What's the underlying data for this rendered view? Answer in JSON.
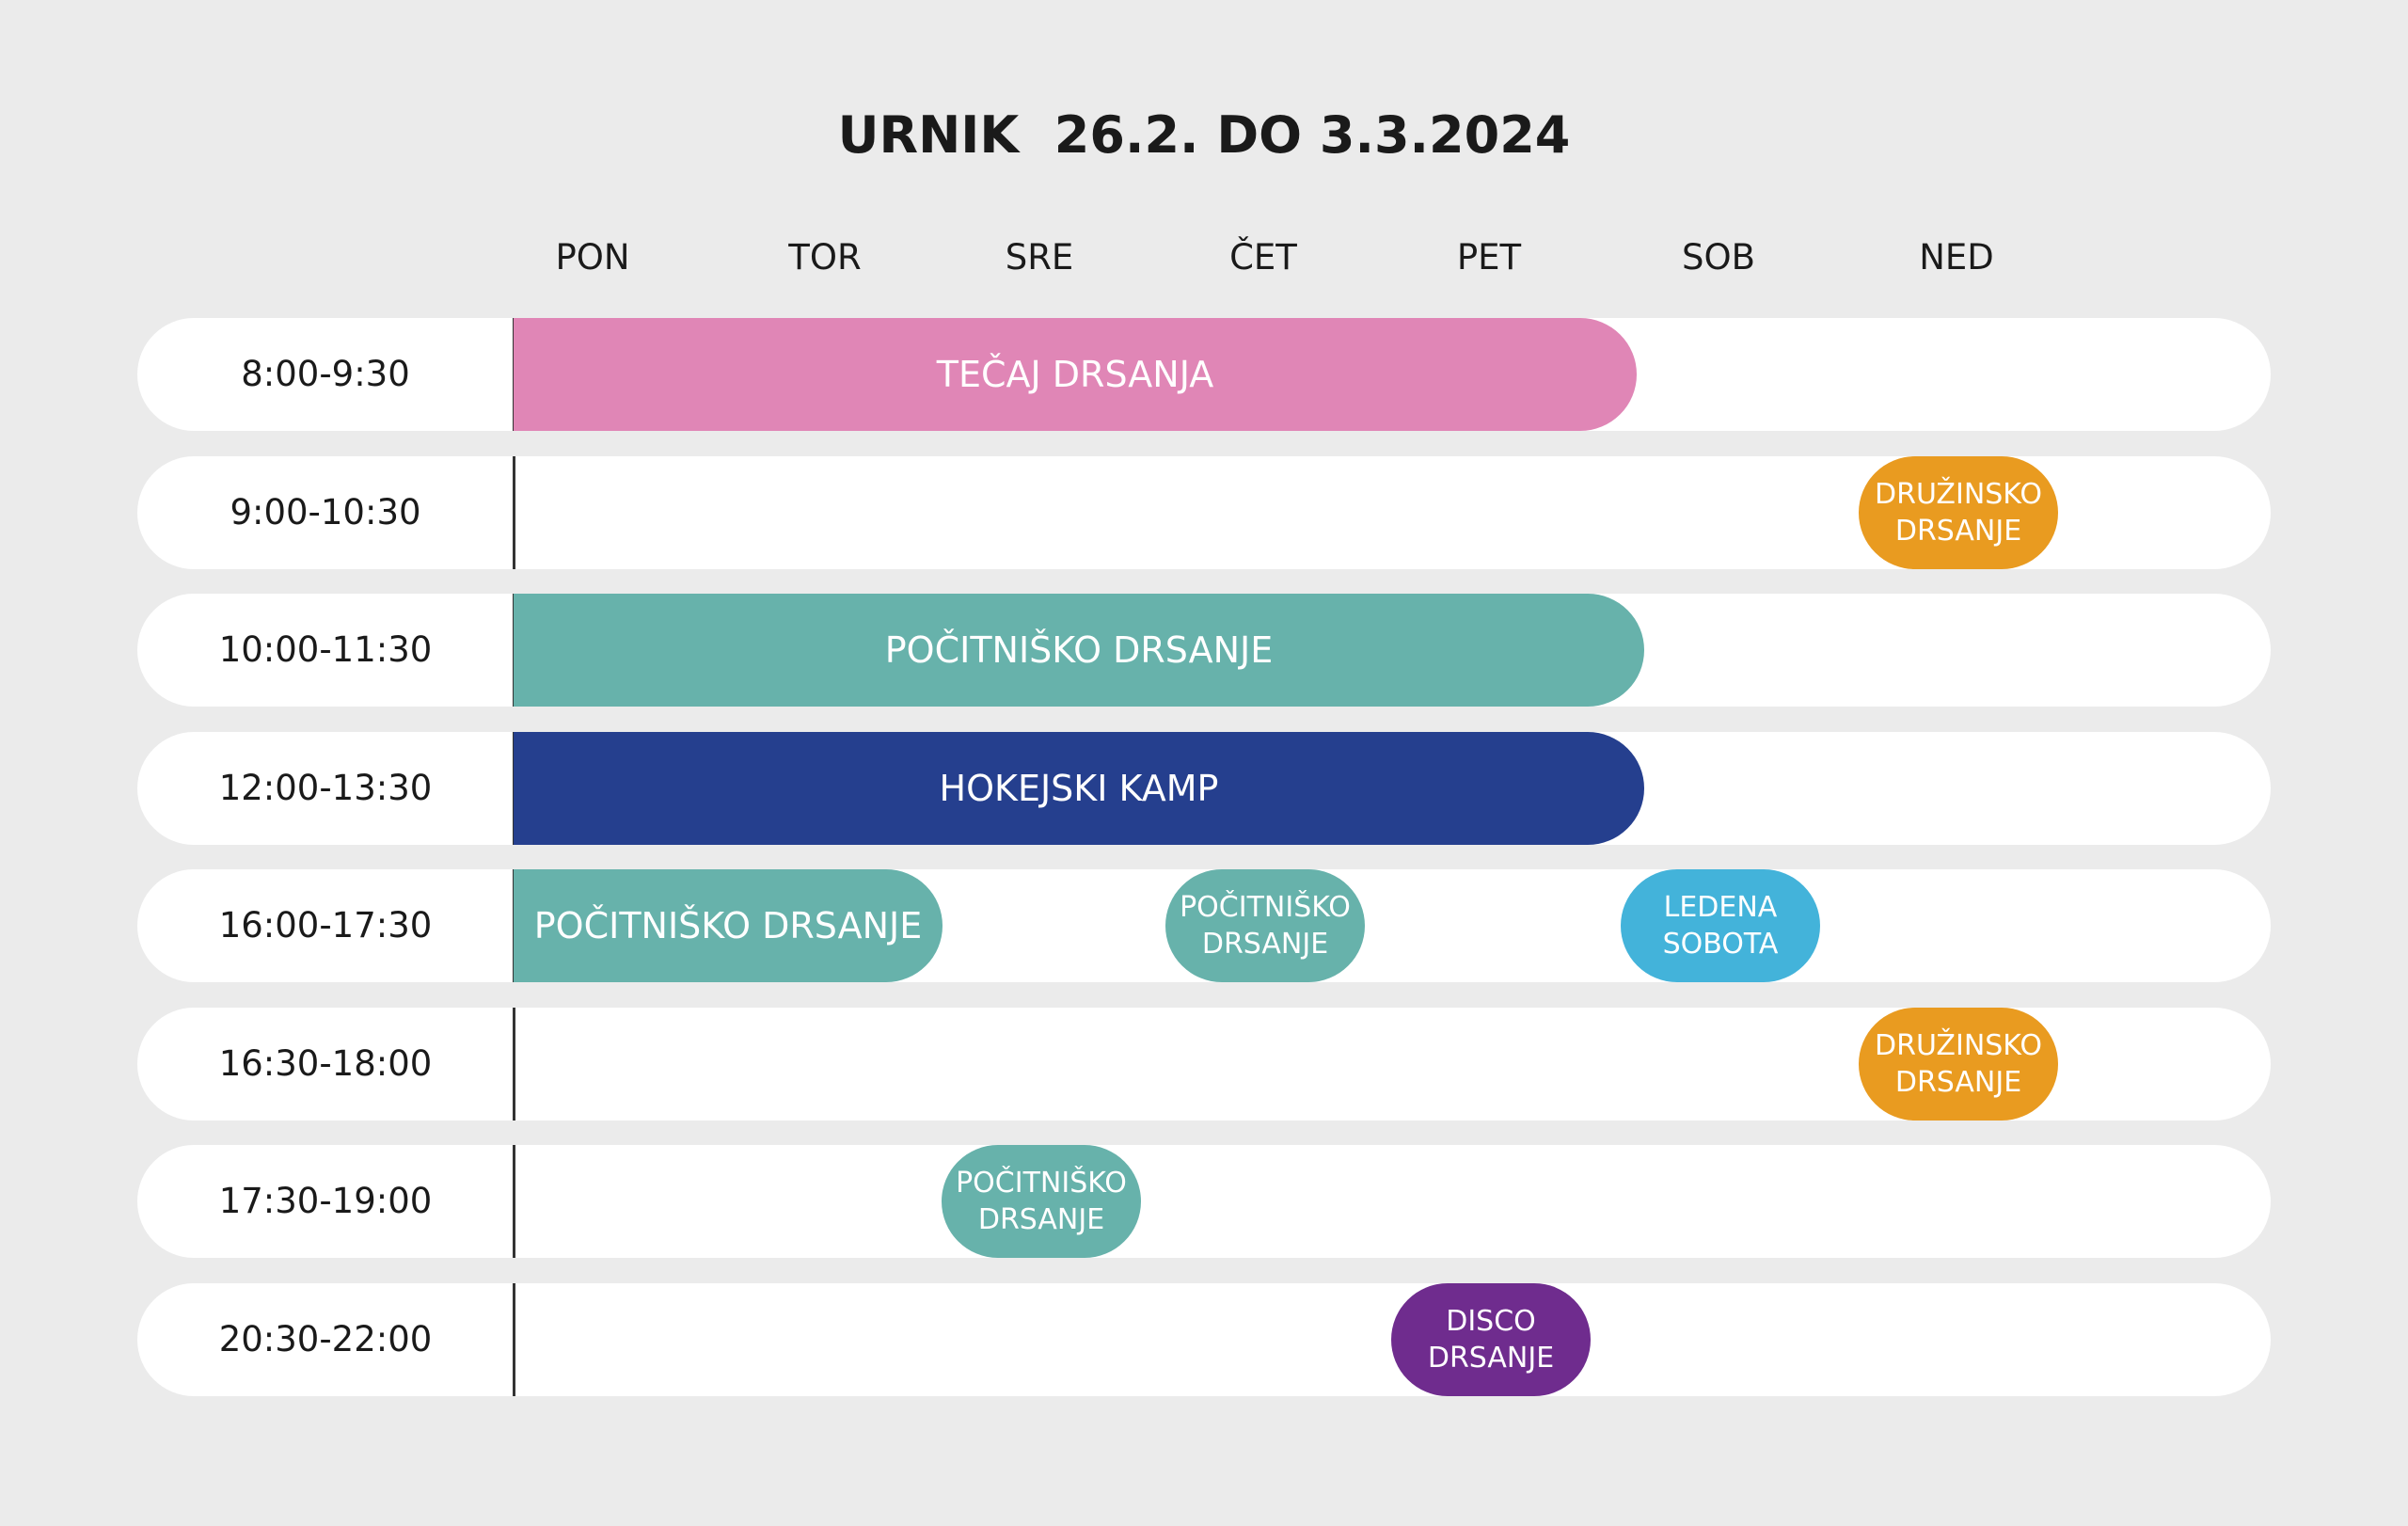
{
  "title": "URNIK  26.2. DO 3.3.2024",
  "days": [
    "PON",
    "TOR",
    "SRE",
    "ČET",
    "PET",
    "SOB",
    "NED"
  ],
  "time_slots": [
    "8:00-9:30",
    "9:00-10:30",
    "10:00-11:30",
    "12:00-13:30",
    "16:00-17:30",
    "16:30-18:00",
    "17:30-19:00",
    "20:30-22:00"
  ],
  "events": [
    {
      "label": "TEČAJ DRSANJA",
      "slot": "8:00-9:30",
      "days": [
        "PON",
        "TOR",
        "SRE",
        "ČET",
        "PET"
      ],
      "color": "#e086b6"
    },
    {
      "label": "DRUŽINSKO\nDRSANJE",
      "slot": "9:00-10:30",
      "days": [
        "NED"
      ],
      "color": "#e99b20"
    },
    {
      "label": "POČITNIŠKO DRSANJE",
      "slot": "10:00-11:30",
      "days": [
        "PON",
        "TOR",
        "SRE",
        "ČET",
        "PET"
      ],
      "color": "#67b2ab"
    },
    {
      "label": "HOKEJSKI KAMP",
      "slot": "12:00-13:30",
      "days": [
        "PON",
        "TOR",
        "SRE",
        "ČET",
        "PET"
      ],
      "color": "#253f8e"
    },
    {
      "label": "POČITNIŠKO DRSANJE",
      "slot": "16:00-17:30",
      "days": [
        "PON",
        "TOR"
      ],
      "color": "#67b2ab"
    },
    {
      "label": "POČITNIŠKO\nDRSANJE",
      "slot": "16:00-17:30",
      "days": [
        "ČET"
      ],
      "color": "#67b2ab"
    },
    {
      "label": "LEDENA\nSOBOTA",
      "slot": "16:00-17:30",
      "days": [
        "SOB"
      ],
      "color": "#43b3da"
    },
    {
      "label": "DRUŽINSKO\nDRSANJE",
      "slot": "16:30-18:00",
      "days": [
        "NED"
      ],
      "color": "#e99b20"
    },
    {
      "label": "POČITNIŠKO\nDRSANJE",
      "slot": "17:30-19:00",
      "days": [
        "SRE"
      ],
      "color": "#67b2ab"
    },
    {
      "label": "DISCO\nDRSANJE",
      "slot": "20:30-22:00",
      "days": [
        "PET"
      ],
      "color": "#6f2c8e"
    }
  ]
}
